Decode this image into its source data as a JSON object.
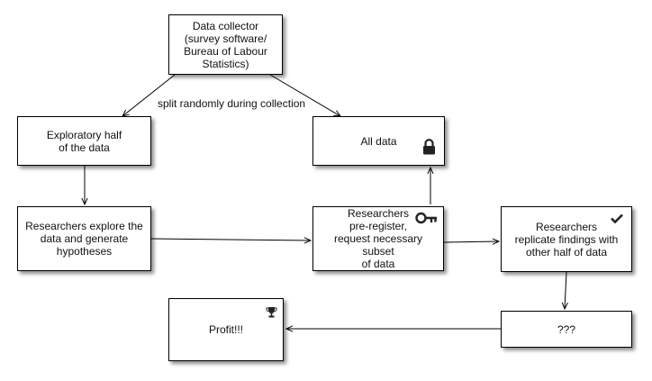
{
  "nodes": {
    "collector": "Data collector\n(survey software/\nBureau of Labour\nStatistics)",
    "exploratory": "Exploratory half\nof the data",
    "all_data": "All data",
    "explore": "Researchers explore the\ndata and generate\nhypotheses",
    "preregister": "Researchers\npre-register,\nrequest necessary subset\nof data",
    "replicate": "Researchers\nreplicate findings with\nother half of data",
    "unknown": "???",
    "profit": "Profit!!!"
  },
  "edge_labels": {
    "split": "split randomly during collection"
  },
  "icons": {
    "all_data": "lock-icon",
    "preregister": "key-icon",
    "replicate": "checkmark-icon",
    "profit": "trophy-icon"
  }
}
